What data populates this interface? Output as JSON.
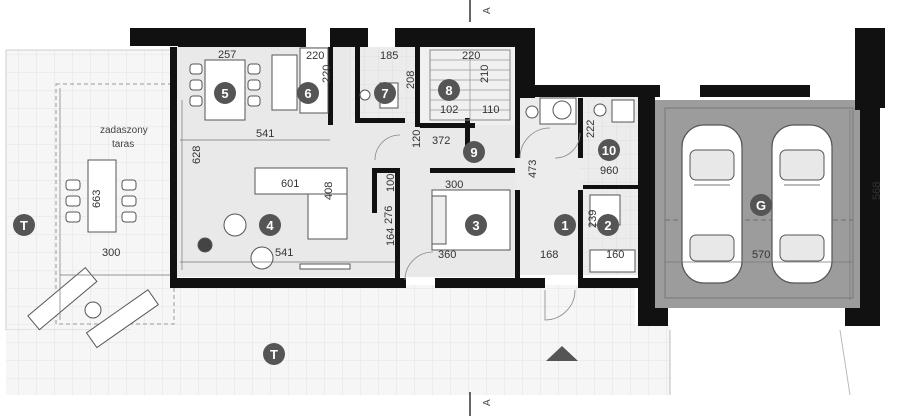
{
  "section_marker": "A",
  "terrace_label_line1": "zadaszony",
  "terrace_label_line2": "taras",
  "rooms": [
    {
      "id": "1",
      "name": "room-1"
    },
    {
      "id": "2",
      "name": "room-2"
    },
    {
      "id": "3",
      "name": "room-3"
    },
    {
      "id": "4",
      "name": "room-4"
    },
    {
      "id": "5",
      "name": "room-5"
    },
    {
      "id": "6",
      "name": "room-6"
    },
    {
      "id": "7",
      "name": "room-7"
    },
    {
      "id": "8",
      "name": "room-8"
    },
    {
      "id": "9",
      "name": "room-9"
    },
    {
      "id": "10",
      "name": "room-10"
    },
    {
      "id": "G",
      "name": "garage"
    },
    {
      "id": "T",
      "name": "terrace"
    }
  ],
  "dimensions": {
    "d257": "257",
    "d220a": "220",
    "d185": "185",
    "d220b": "220",
    "d220c": "220",
    "d208": "208",
    "d210": "210",
    "d102": "102",
    "d110": "110",
    "d541a": "541",
    "d628": "628",
    "d663": "663",
    "d120": "120",
    "d372": "372",
    "d601": "601",
    "d408": "408",
    "d300a": "300",
    "d473": "473",
    "d222": "222",
    "d960": "960",
    "d100": "100",
    "d276": "276",
    "d164": "164",
    "d541b": "541",
    "d360": "360",
    "d168": "168",
    "d239": "239",
    "d160": "160",
    "d570": "570",
    "d568": "568",
    "d300b": "300"
  },
  "colors": {
    "wall": "#111111",
    "floor": "#e6e6e6",
    "terrace": "#f4f4f4",
    "garage": "#9a9a9a",
    "badge": "#555555"
  }
}
